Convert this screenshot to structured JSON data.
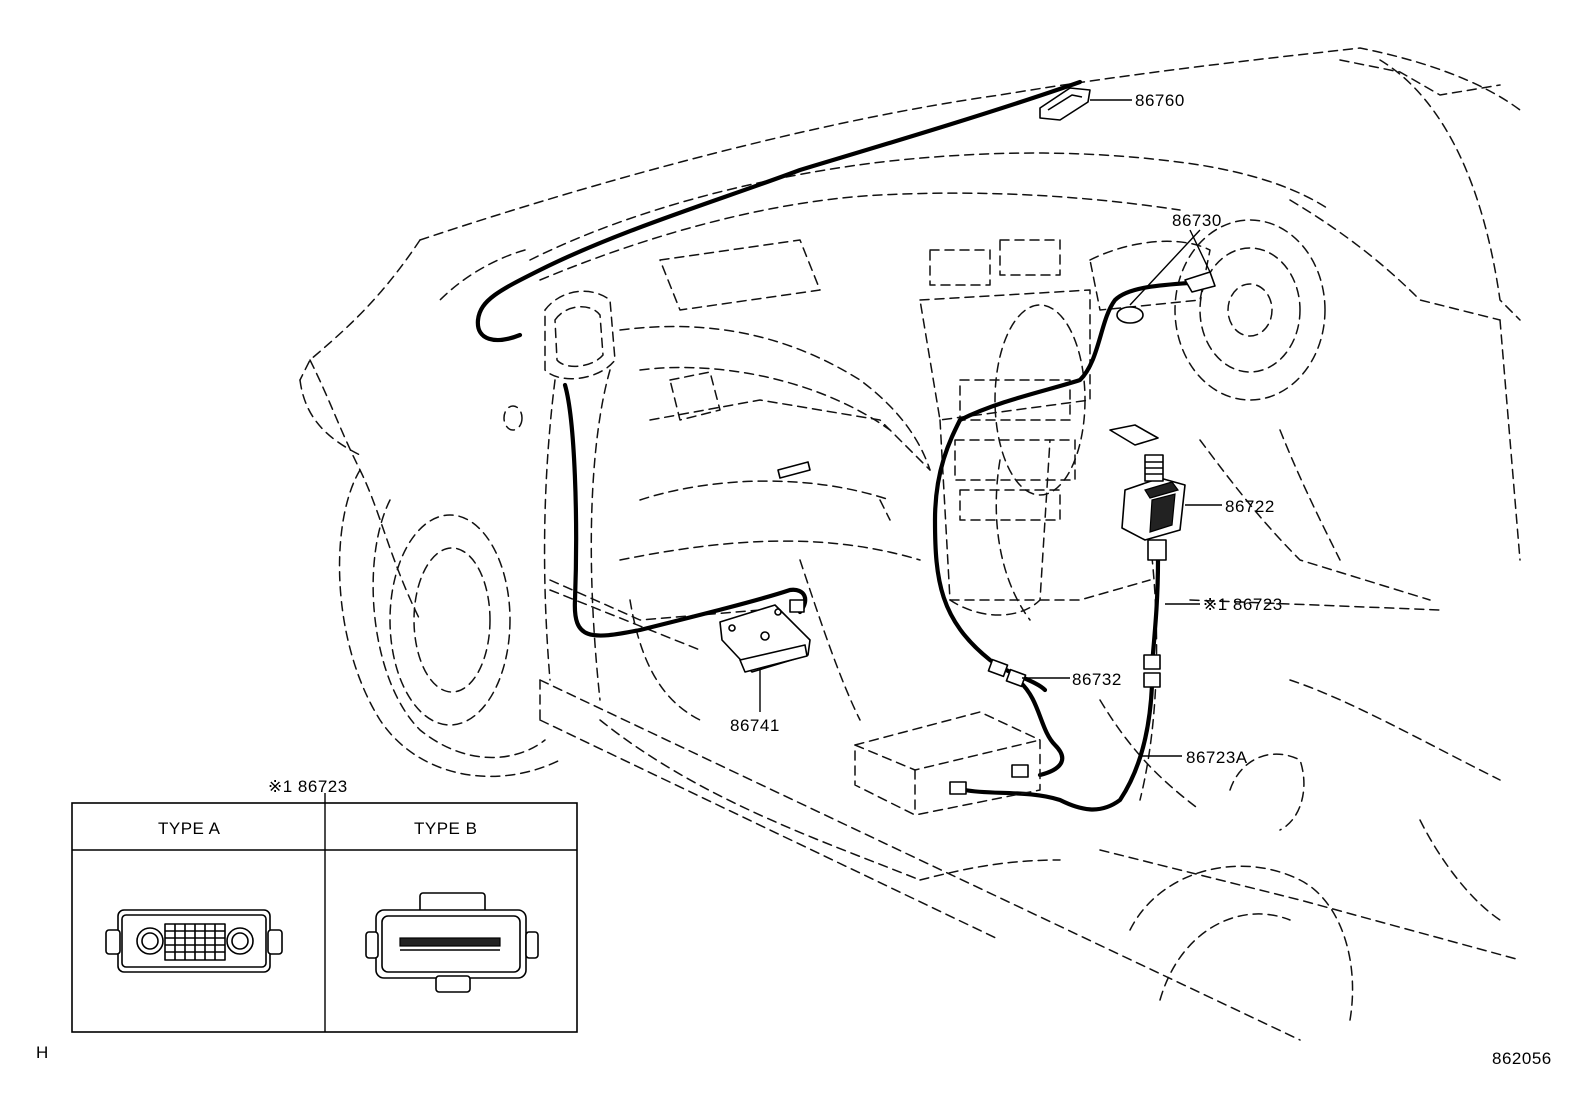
{
  "callouts": {
    "c86760": "86760",
    "c86730": "86730",
    "c86722": "86722",
    "c86723_note": "※1 86723",
    "c86732": "86732",
    "c86741": "86741",
    "c86723a": "86723A"
  },
  "inset": {
    "title": "※1 86723",
    "type_a": "TYPE A",
    "type_b": "TYPE B"
  },
  "footer": {
    "corner_letter": "H",
    "figure_number": "862056"
  }
}
